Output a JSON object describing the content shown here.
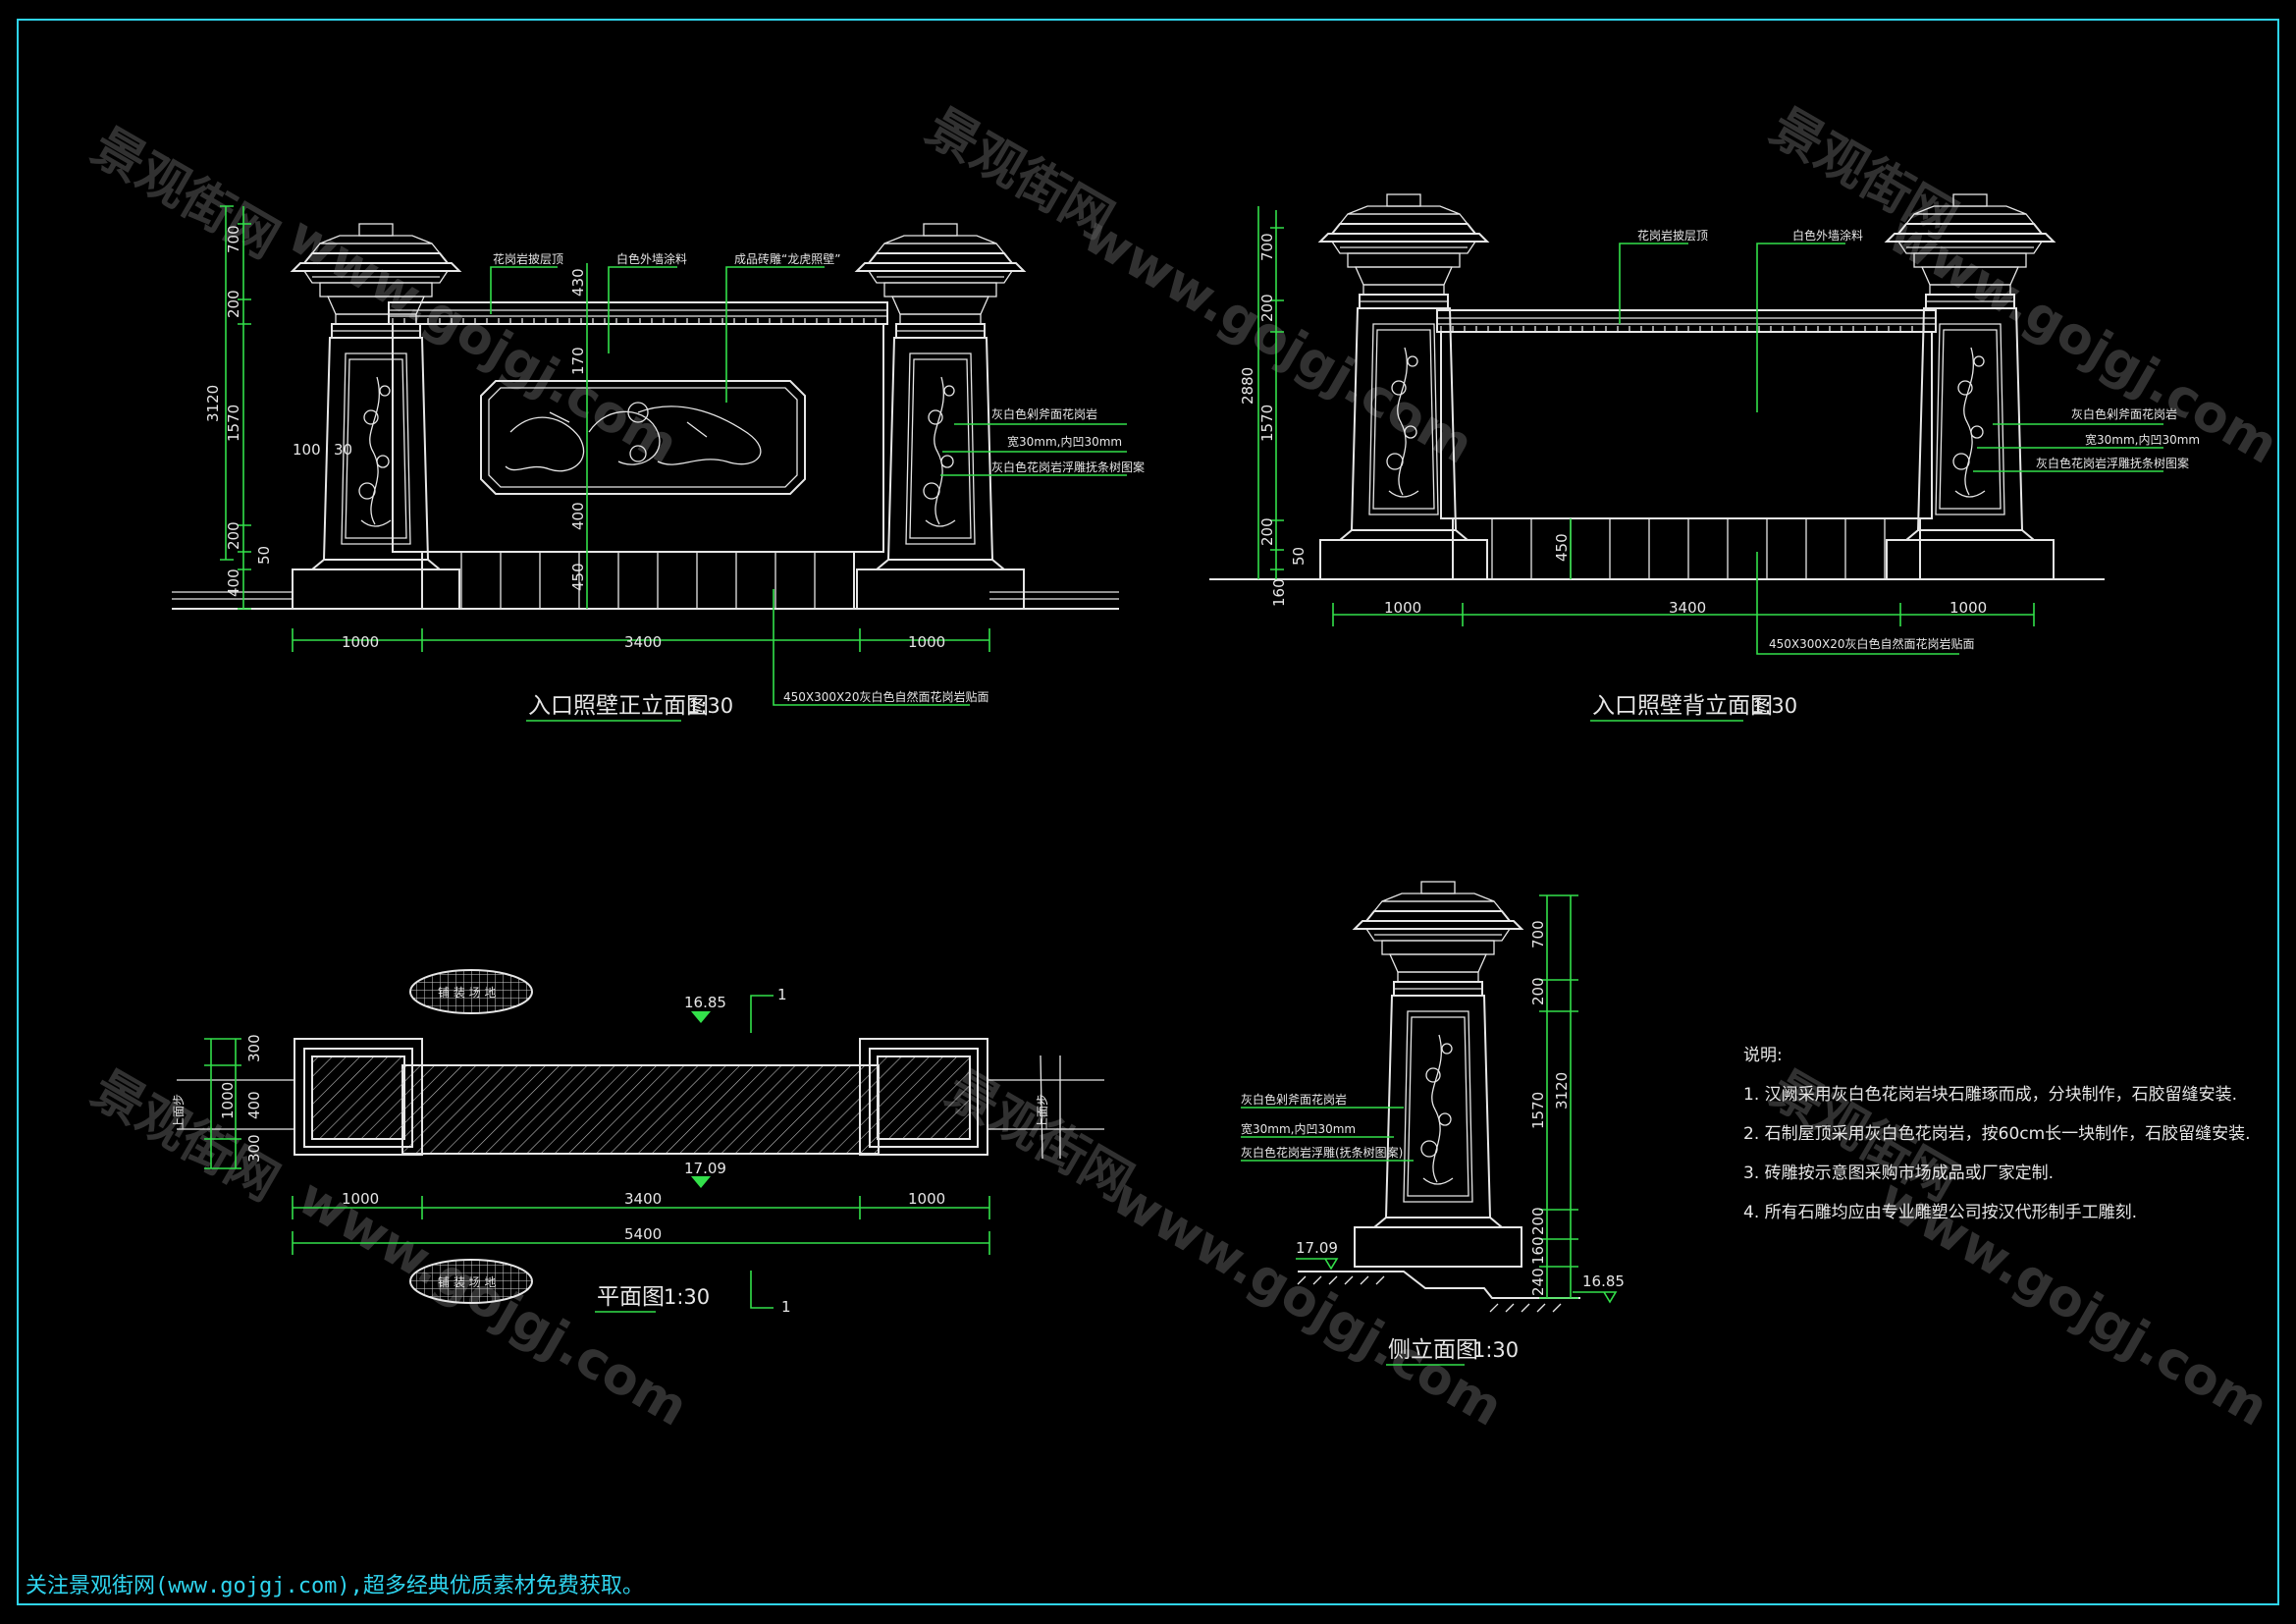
{
  "front_elevation": {
    "title": "入口照壁正立面图",
    "scale": "1:30",
    "dims_left": [
      "700",
      "200",
      "3120",
      "1570",
      "200",
      "50",
      "400"
    ],
    "dims_center": [
      "430",
      "170",
      "400",
      "450"
    ],
    "dims_bottom": [
      "1000",
      "3400",
      "1000"
    ],
    "dim_small": [
      "100",
      "30"
    ],
    "callouts": [
      "花岗岩披层顶",
      "白色外墙涂料",
      "成品砖雕“龙虎照壁”"
    ],
    "right_notes": [
      "灰白色剁斧面花岗岩",
      "宽30mm,内凹30mm",
      "灰白色花岗岩浮雕抚条树图案"
    ],
    "bottom_note": "450X300X20灰白色自然面花岗岩贴面"
  },
  "back_elevation": {
    "title": "入口照壁背立面图",
    "scale": "1:30",
    "dims_left": [
      "700",
      "200",
      "2880",
      "1570",
      "200",
      "50",
      "160"
    ],
    "dims_center": [
      "450"
    ],
    "dims_bottom": [
      "1000",
      "3400",
      "1000"
    ],
    "callouts": [
      "花岗岩披层顶",
      "白色外墙涂料"
    ],
    "right_notes": [
      "灰白色剁斧面花岗岩",
      "宽30mm,内凹30mm",
      "灰白色花岗岩浮雕抚条树图案"
    ],
    "bottom_note": "450X300X20灰白色自然面花岗岩贴面"
  },
  "plan": {
    "title": "平面图",
    "scale": "1:30",
    "level_top": "16.85",
    "level_bottom": "17.09",
    "dims_left": [
      "300",
      "1000",
      "400",
      "300"
    ],
    "dims_bottom": [
      "1000",
      "3400",
      "1000"
    ],
    "dim_total": "5400",
    "section_mark": "1",
    "side_label": "上面步",
    "paving_label": "铺 装 场 地"
  },
  "side_elevation": {
    "title": "侧立面图",
    "scale": "1:30",
    "dims_right": [
      "700",
      "200",
      "3120",
      "1570",
      "200",
      "160",
      "240"
    ],
    "level_left": "17.09",
    "level_right": "16.85",
    "left_notes": [
      "灰白色剁斧面花岗岩",
      "宽30mm,内凹30mm",
      "灰白色花岗岩浮雕(抚条树图案)"
    ]
  },
  "notes": {
    "heading": "说明:",
    "items": [
      "1.  汉阙采用灰白色花岗岩块石雕琢而成，分块制作，石胶留缝安装.",
      "2.  石制屋顶采用灰白色花岗岩，按60cm长一块制作，石胶留缝安装.",
      "3.  砖雕按示意图采购市场成品或厂家定制.",
      "4.  所有石雕均应由专业雕塑公司按汉代形制手工雕刻."
    ]
  },
  "watermark": {
    "brand": "景观街网",
    "url": "www.gojgj.com"
  },
  "footer": "关注景观街网(www.gojgj.com),超多经典优质素材免费获取。",
  "colors": {
    "background": "#000000",
    "frame": "#2fd4ee",
    "dimension": "#33e04a",
    "line": "#e6e6e6"
  }
}
